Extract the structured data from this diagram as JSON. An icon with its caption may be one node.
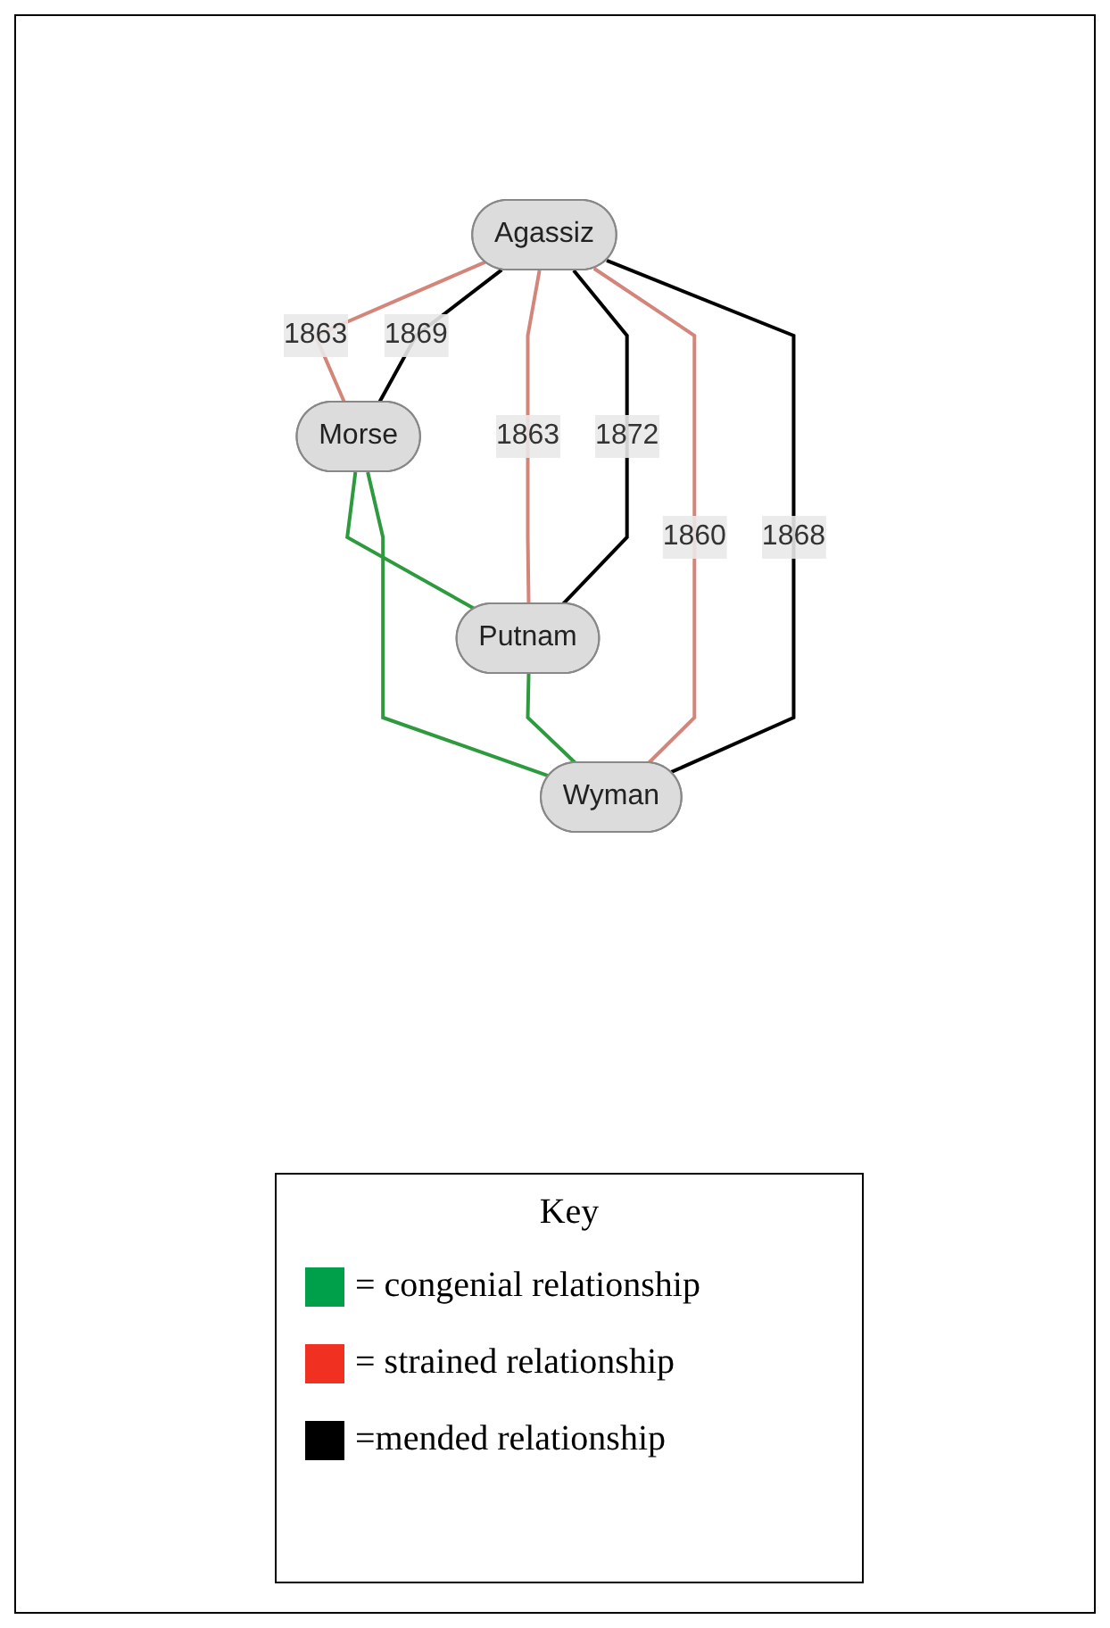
{
  "diagram": {
    "nodes": [
      {
        "text": [
          "Agassiz"
        ]
      },
      {
        "text": [
          "Morse"
        ]
      },
      {
        "text": [
          "Putnam"
        ]
      },
      {
        "text": [
          "Wyman"
        ]
      }
    ],
    "edges": [
      {
        "from": 0,
        "to": 1,
        "arrow": "none",
        "label": "1863",
        "color": "#d4857a"
      },
      {
        "from": 0,
        "to": 1,
        "arrow": "none",
        "label": "1869",
        "color": "#000000"
      },
      {
        "from": 0,
        "to": 2,
        "arrow": "none",
        "label": "1863",
        "color": "#d4857a"
      },
      {
        "from": 0,
        "to": 2,
        "arrow": "none",
        "label": "1872",
        "color": "#000000"
      },
      {
        "from": 0,
        "to": 3,
        "arrow": "none",
        "label": "1860",
        "color": "#d4857a"
      },
      {
        "from": 0,
        "to": 3,
        "arrow": "none",
        "label": "1868",
        "color": "#000000"
      },
      {
        "from": 1,
        "to": 2,
        "arrow": "none",
        "color": "#2e9a3e"
      },
      {
        "from": 1,
        "to": 3,
        "arrow": "none",
        "color": "#2e9a3e"
      },
      {
        "from": 2,
        "to": 3,
        "arrow": "none",
        "color": "#2e9a3e"
      }
    ],
    "labels": [
      "Key"
    ],
    "legend": [
      {
        "text": "= congenial relationship",
        "color": "#00a04a"
      },
      {
        "text": "= strained relationship",
        "color": "#f03020"
      },
      {
        "text": "=mended relationship",
        "color": "#000000"
      }
    ]
  }
}
